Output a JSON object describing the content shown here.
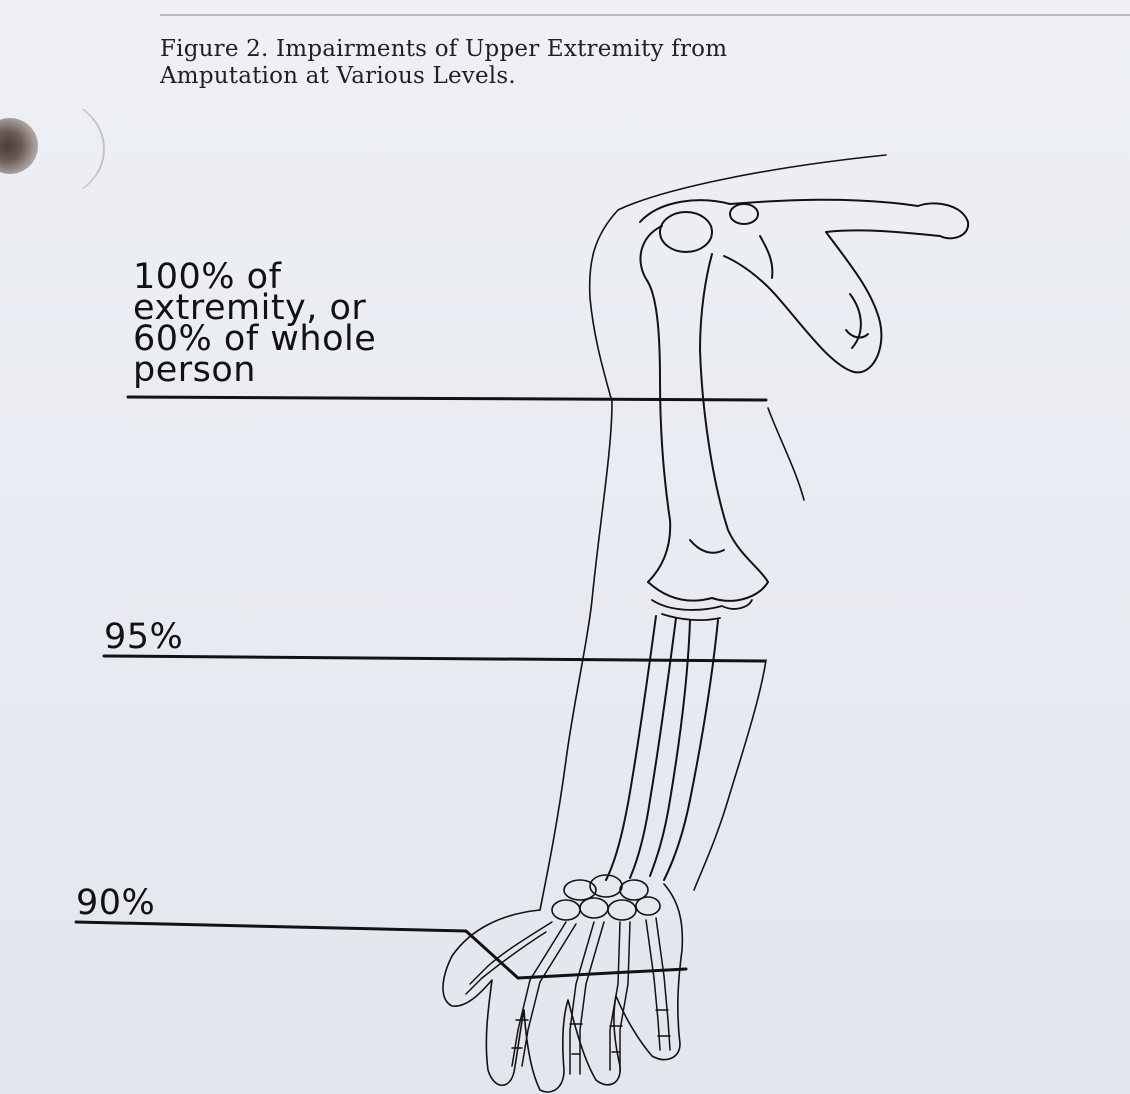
{
  "figure": {
    "caption_line1": "Figure 2. Impairments of Upper Extremity from",
    "caption_line2": "Amputation at Various Levels."
  },
  "levels": [
    {
      "id": "shoulder",
      "lines": [
        "100% of",
        "extremity, or",
        "60% of whole",
        "person"
      ]
    },
    {
      "id": "elbow",
      "lines": [
        "95%"
      ]
    },
    {
      "id": "wrist",
      "lines": [
        "90%"
      ]
    }
  ],
  "colors": {
    "ink": "#121214",
    "paper": "#e8ebf1"
  }
}
